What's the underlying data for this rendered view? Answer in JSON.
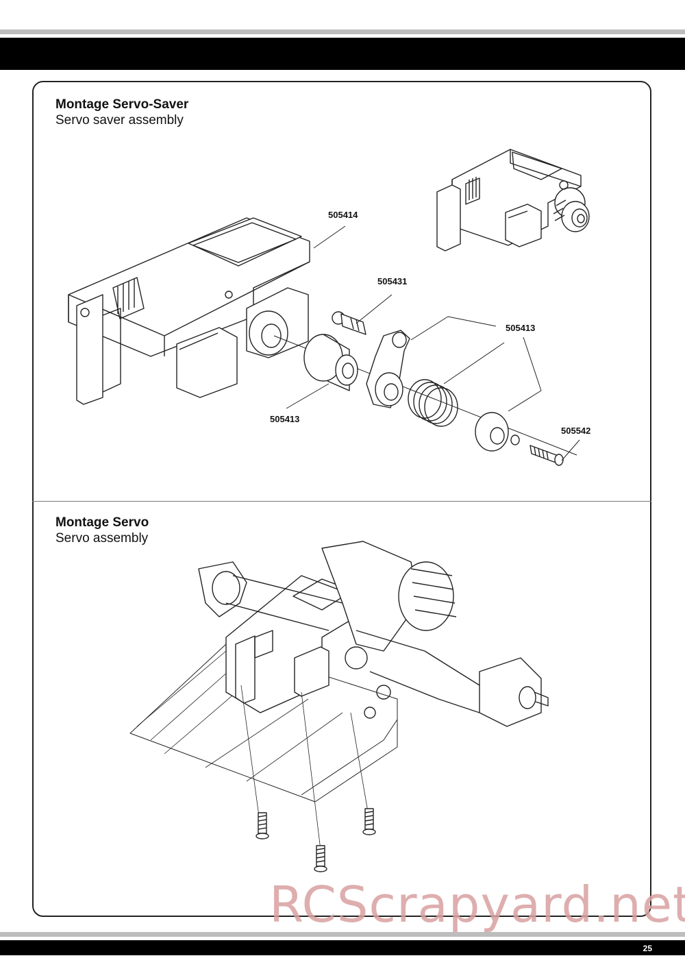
{
  "section1": {
    "title_de": "Montage Servo-Saver",
    "title_en": "Servo saver assembly"
  },
  "section2": {
    "title_de": "Montage Servo",
    "title_en": "Servo assembly"
  },
  "parts": {
    "p1": "505414",
    "p2": "505431",
    "p3": "505413",
    "p4": "505413",
    "p5": "505542"
  },
  "watermark": "RCScrapyard.net",
  "page_number": "25"
}
